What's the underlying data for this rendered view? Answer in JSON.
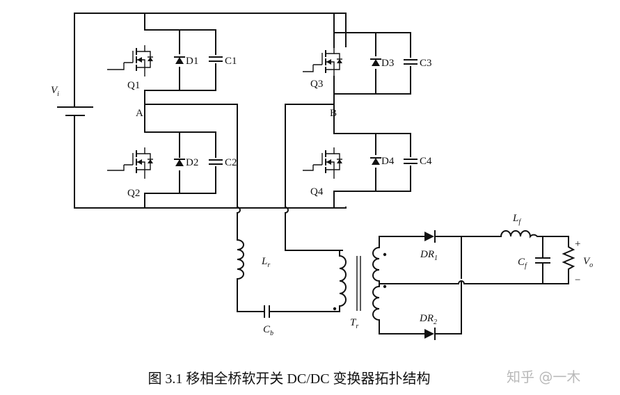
{
  "labels": {
    "vi": "V",
    "vi_sub": "i",
    "q1": "Q1",
    "q2": "Q2",
    "q3": "Q3",
    "q4": "Q4",
    "d1": "D1",
    "d2": "D2",
    "d3": "D3",
    "d4": "D4",
    "c1": "C1",
    "c2": "C2",
    "c3": "C3",
    "c4": "C4",
    "node_a": "A",
    "node_b": "B",
    "lr": "L",
    "lr_sub": "r",
    "cb": "C",
    "cb_sub": "b",
    "tr": "T",
    "tr_sub": "r",
    "dr1": "DR",
    "dr1_sub": "1",
    "dr2": "DR",
    "dr2_sub": "2",
    "lf": "L",
    "lf_sub": "f",
    "cf": "C",
    "cf_sub": "f",
    "vo": "V",
    "vo_sub": "o",
    "plus": "+",
    "minus": "−"
  },
  "caption": "图 3.1  移相全桥软开关 DC/DC 变换器拓扑结构",
  "watermark": "知乎 @一木"
}
